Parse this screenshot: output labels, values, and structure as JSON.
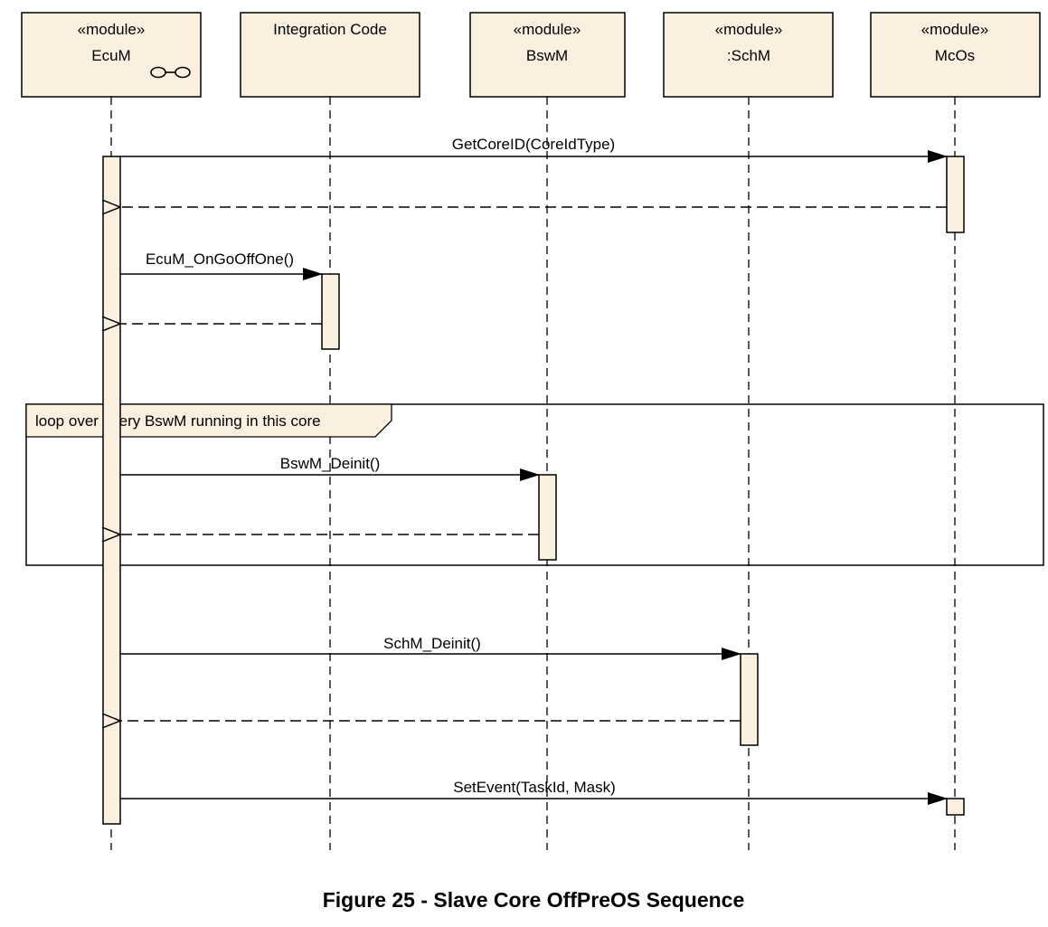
{
  "lifelines": [
    {
      "stereotype": "«module»",
      "name": "EcuM"
    },
    {
      "stereotype": "",
      "name": "Integration Code"
    },
    {
      "stereotype": "«module»",
      "name": "BswM"
    },
    {
      "stereotype": "«module»",
      "name": ":SchM"
    },
    {
      "stereotype": "«module»",
      "name": "McOs"
    }
  ],
  "messages": [
    {
      "label": "GetCoreID(CoreIdType)"
    },
    {
      "label": "EcuM_OnGoOffOne()"
    },
    {
      "label": "BswM_Deinit()"
    },
    {
      "label": "SchM_Deinit()"
    },
    {
      "label": "SetEvent(TaskId, Mask)"
    }
  ],
  "loop_frame": {
    "label": "loop over every BswM running in this core"
  },
  "caption": "Figure 25 - Slave Core OffPreOS Sequence"
}
